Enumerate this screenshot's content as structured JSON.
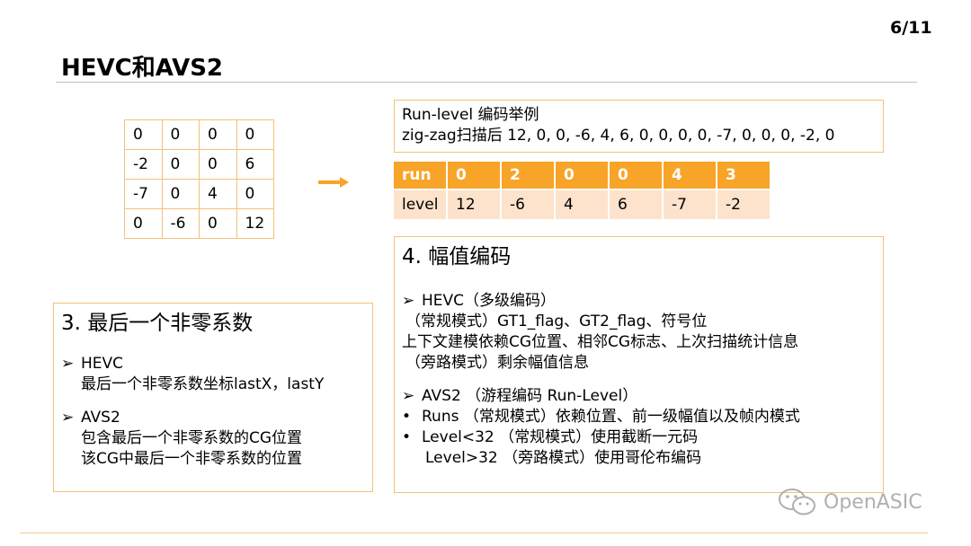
{
  "page_number": "6/11",
  "title": "HEVC和AVS2",
  "matrix": {
    "rows": [
      [
        "0",
        "0",
        "0",
        "0"
      ],
      [
        "-2",
        "0",
        "0",
        "6"
      ],
      [
        "-7",
        "0",
        "4",
        "0"
      ],
      [
        "0",
        "-6",
        "0",
        "12"
      ]
    ]
  },
  "run_level_example": {
    "line1": "Run-level 编码举例",
    "line2": "zig-zag扫描后 12, 0, 0, -6, 4, 6, 0, 0, 0, 0, -7, 0, 0, 0, -2, 0"
  },
  "run_level_table": {
    "header": [
      "run",
      "0",
      "2",
      "0",
      "0",
      "4",
      "3"
    ],
    "row": [
      "level",
      "12",
      "-6",
      "4",
      "6",
      "-7",
      "-2"
    ]
  },
  "section3": {
    "heading": "3. 最后一个非零系数",
    "hevc_label": "HEVC",
    "hevc_text": "最后一个非零系数坐标lastX，lastY",
    "avs2_label": "AVS2",
    "avs2_text1": "包含最后一个非零系数的CG位置",
    "avs2_text2": "该CG中最后一个非零系数的位置"
  },
  "section4": {
    "heading": "4. 幅值编码",
    "hevc_label": "HEVC（多级编码）",
    "hevc_line1": "（常规模式）GT1_flag、GT2_flag、符号位",
    "hevc_line2": "上下文建模依赖CG位置、相邻CG标志、上次扫描统计信息",
    "hevc_line3": "（旁路模式）剩余幅值信息",
    "avs2_label": "AVS2 （游程编码 Run-Level）",
    "avs2_runs": "Runs （常规模式）依赖位置、前一级幅值以及帧内模式",
    "avs2_level1": "Level<32 （常规模式）使用截断一元码",
    "avs2_level2": "Level>32 （旁路模式）使用哥伦布编码"
  },
  "watermark": "OpenASIC",
  "colors": {
    "accent": "#f7a428",
    "border": "#f5c07a",
    "row_fill": "#fde2cc"
  }
}
